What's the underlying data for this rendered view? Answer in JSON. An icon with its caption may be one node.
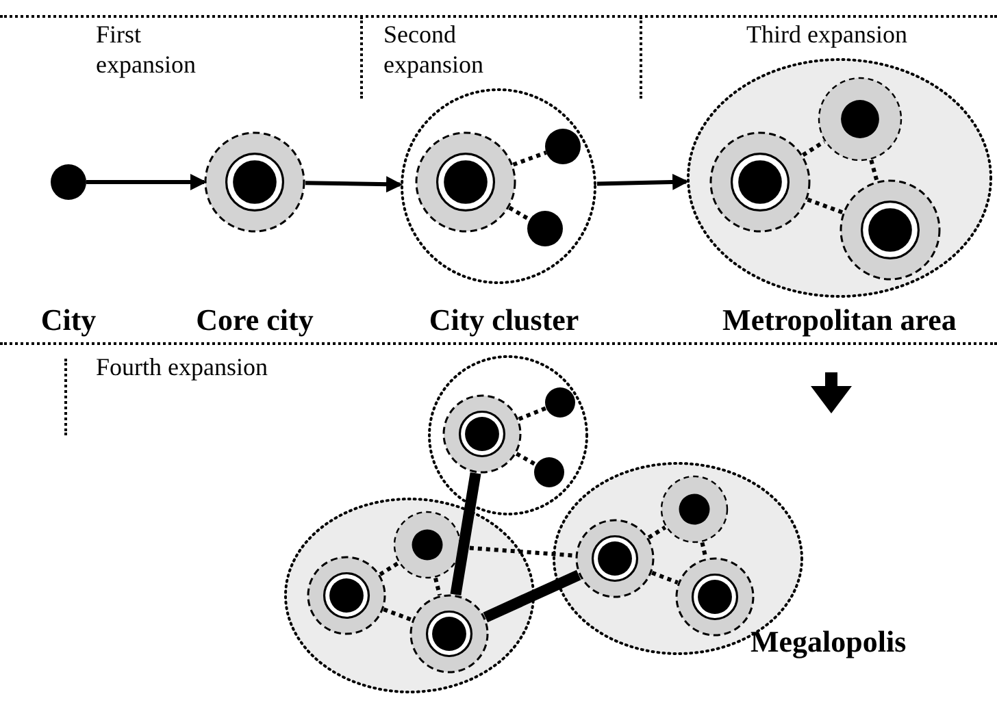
{
  "diagram": {
    "nodes": [
      {
        "text": [],
        "shape": "dot",
        "beside": [
          "City"
        ]
      },
      {
        "text": [],
        "shape": "ring",
        "beside": [
          "Core city"
        ]
      },
      {
        "text": [],
        "shape": "circle",
        "beside": [
          "City cluster"
        ]
      },
      {
        "text": [],
        "shape": "ring",
        "in": 2
      },
      {
        "text": [],
        "shape": "dot",
        "in": 2
      },
      {
        "text": [],
        "shape": "dot",
        "in": 2
      },
      {
        "text": [],
        "shape": "ellipse",
        "beside": [
          "Metropolitan area"
        ]
      },
      {
        "text": [],
        "shape": "ring",
        "in": 6
      },
      {
        "text": [],
        "shape": "disc",
        "in": 6
      },
      {
        "text": [],
        "shape": "ring",
        "in": 6
      },
      {
        "text": [],
        "shape": "circle"
      },
      {
        "text": [],
        "shape": "ring",
        "in": 10
      },
      {
        "text": [],
        "shape": "dot",
        "in": 10
      },
      {
        "text": [],
        "shape": "dot",
        "in": 10
      },
      {
        "text": [],
        "shape": "ellipse"
      },
      {
        "text": [],
        "shape": "disc",
        "in": 14
      },
      {
        "text": [],
        "shape": "ring",
        "in": 14
      },
      {
        "text": [],
        "shape": "ring",
        "in": 14
      },
      {
        "text": [],
        "shape": "ellipse"
      },
      {
        "text": [],
        "shape": "disc",
        "in": 18
      },
      {
        "text": [],
        "shape": "ring",
        "in": 18
      },
      {
        "text": [],
        "shape": "ring",
        "in": 18
      }
    ],
    "edges": [
      {
        "from": 0,
        "to": 1,
        "arrow": "to"
      },
      {
        "from": 1,
        "to": 2,
        "arrow": "to"
      },
      {
        "from": 2,
        "to": 6,
        "arrow": "to"
      },
      {
        "from": 3,
        "to": 4,
        "arrow": "none",
        "style": "dashed"
      },
      {
        "from": 3,
        "to": 5,
        "arrow": "none",
        "style": "dashed"
      },
      {
        "from": 7,
        "to": 8,
        "arrow": "none",
        "style": "dashed"
      },
      {
        "from": 7,
        "to": 9,
        "arrow": "none",
        "style": "dashed"
      },
      {
        "from": 8,
        "to": 9,
        "arrow": "none",
        "style": "dashed"
      },
      {
        "from": 11,
        "to": 12,
        "arrow": "none",
        "style": "dashed"
      },
      {
        "from": 11,
        "to": 13,
        "arrow": "none",
        "style": "dashed"
      },
      {
        "from": 16,
        "to": 15,
        "arrow": "none",
        "style": "dashed"
      },
      {
        "from": 15,
        "to": 17,
        "arrow": "none",
        "style": "dashed"
      },
      {
        "from": 16,
        "to": 17,
        "arrow": "none",
        "style": "dashed"
      },
      {
        "from": 20,
        "to": 19,
        "arrow": "none",
        "style": "dashed"
      },
      {
        "from": 19,
        "to": 21,
        "arrow": "none",
        "style": "dashed"
      },
      {
        "from": 20,
        "to": 21,
        "arrow": "none",
        "style": "dashed"
      },
      {
        "from": 11,
        "to": 17,
        "arrow": "none",
        "style": "thick"
      },
      {
        "from": 17,
        "to": 20,
        "arrow": "none",
        "style": "thick"
      },
      {
        "from": 15,
        "to": 20,
        "arrow": "none",
        "style": "dashed"
      }
    ],
    "labels": [
      "First expansion",
      "Second expansion",
      "Third expansion",
      "Fourth expansion",
      "Megalopolis"
    ]
  }
}
